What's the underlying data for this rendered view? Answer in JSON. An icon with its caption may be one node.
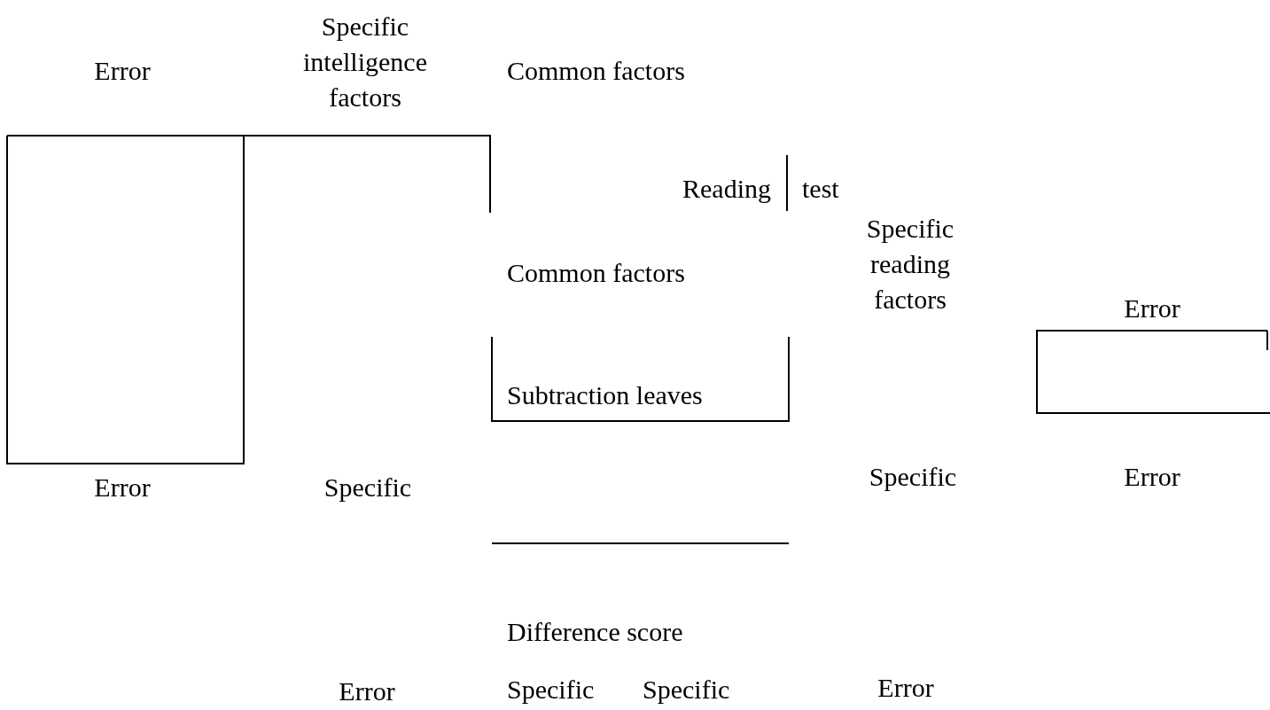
{
  "diagram": {
    "labels": [
      "Error",
      "Specific intelligence factors",
      "Common factors",
      "Reading",
      "test",
      "Specific reading factors",
      "Common factors",
      "Error",
      "Subtraction leaves",
      "Error",
      "Specific",
      "Specific",
      "Error",
      "Difference score",
      "Error",
      "Specific",
      "Specific",
      "Error"
    ]
  }
}
